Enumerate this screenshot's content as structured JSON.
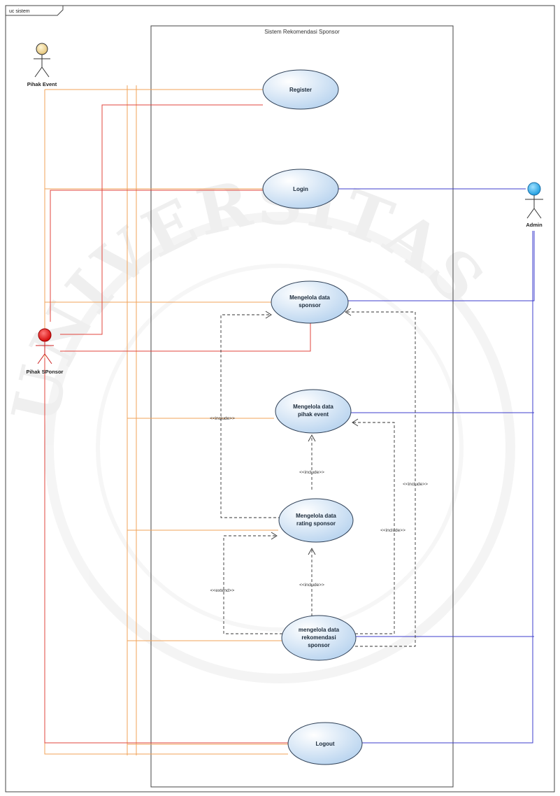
{
  "frame": {
    "label": "uc sistem"
  },
  "system": {
    "title": "Sistem Rekomendasi Sponsor"
  },
  "actors": [
    {
      "id": "pihak-event",
      "label": "Pihak Event",
      "color": "#f3dc9a"
    },
    {
      "id": "pihak-sponsor",
      "label": "Pihak SPonsor",
      "color": "#ee1111"
    },
    {
      "id": "admin",
      "label": "Admin",
      "color": "#39b6f0"
    }
  ],
  "use_cases": [
    {
      "id": "register",
      "lines": [
        "Register"
      ]
    },
    {
      "id": "login",
      "lines": [
        "Login"
      ]
    },
    {
      "id": "kelola-sponsor",
      "lines": [
        "Mengelola data",
        "sponsor"
      ]
    },
    {
      "id": "kelola-pihak-event",
      "lines": [
        "Mengelola data",
        "pihak event"
      ]
    },
    {
      "id": "kelola-rating",
      "lines": [
        "Mengelola data",
        "rating sponsor"
      ]
    },
    {
      "id": "kelola-rekomendasi",
      "lines": [
        "mengelola data",
        "rekomendasi",
        "sponsor"
      ]
    },
    {
      "id": "logout",
      "lines": [
        "Logout"
      ]
    }
  ],
  "relations": {
    "include": "<<include>>",
    "extend": "<<extend>>"
  },
  "colors": {
    "pihak_event_line": "#f2a35a",
    "pihak_sponsor_line": "#e0453e",
    "admin_line": "#3c3ccc",
    "usecase_fill": "#d5e6f7",
    "usecase_stroke": "#2e3f55"
  },
  "watermark": {
    "text": "UNIVERSITAS"
  }
}
